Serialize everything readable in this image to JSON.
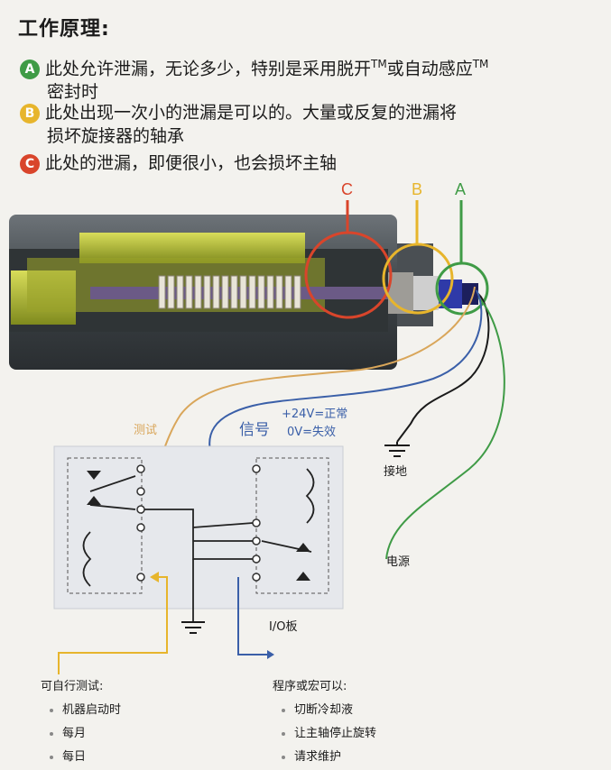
{
  "title": "工作原理:",
  "points": [
    {
      "badge": "A",
      "color": "#3f9b46",
      "line1": "此处允许泄漏，无论多少，特别是采用脱开",
      "tm1": "TM",
      "mid": "或自动感应",
      "tm2": "TM",
      "line2": "密封时"
    },
    {
      "badge": "B",
      "color": "#e7b52c",
      "line1": "此处出现一次小的泄漏是可以的。大量或反复的泄漏将",
      "line2": "损坏旋接器的轴承"
    },
    {
      "badge": "C",
      "color": "#d9452b",
      "line1": "此处的泄漏，即便很小，也会损坏主轴"
    }
  ],
  "diagram": {
    "callouts": {
      "a": "A",
      "b": "B",
      "c": "C"
    },
    "test_label": "测试",
    "signal_label": "信号",
    "signal_normal": "+24V=正常",
    "signal_fail": "0V=失效",
    "ground_label": "接地",
    "power_label": "电源",
    "io_board_label": "I/O板"
  },
  "self_test": {
    "heading": "可自行测试:",
    "items": [
      "机器启动时",
      "每月",
      "每日"
    ]
  },
  "program": {
    "heading": "程序或宏可以:",
    "items": [
      "切断冷却液",
      "让主轴停止旋转",
      "请求维护"
    ]
  },
  "colors": {
    "green": "#3f9b46",
    "yellow": "#e7b52c",
    "red": "#d9452b",
    "blue": "#3a5fa8",
    "wire_tan": "#d9a65a"
  }
}
